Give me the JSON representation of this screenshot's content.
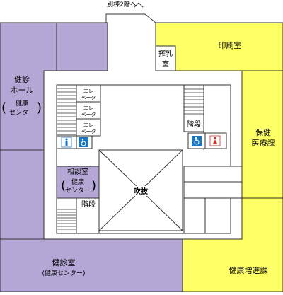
{
  "labels": {
    "annex_arrow": "別棟2階へ",
    "nursing_1": "搾乳",
    "nursing_2": "室",
    "print_room": "印刷室",
    "health_hall_1": "健診",
    "health_hall_2": "ホール",
    "health_hall_3": "健康",
    "health_hall_4": "センター",
    "elevator_1": "エレ",
    "elevator_2": "ベータ",
    "stairs": "階段",
    "health_care_1": "保健",
    "health_care_2": "医療課",
    "consult_1": "相談室",
    "consult_2": "健康",
    "consult_3": "センター",
    "atrium": "吹抜",
    "exam_room_1": "健診室",
    "exam_room_2": "(健康センター)",
    "promotion": "健康増進課"
  },
  "colors": {
    "purple_zone": "#b4a7d6",
    "yellow_zone": "#ffff66",
    "corridor": "#ffffff",
    "male_icon": "#1e73be",
    "female_icon": "#d0312d",
    "accessible_icon": "#1e73be"
  },
  "icons": [
    "male-restroom-icon",
    "accessible-restroom-icon",
    "female-restroom-icon"
  ]
}
